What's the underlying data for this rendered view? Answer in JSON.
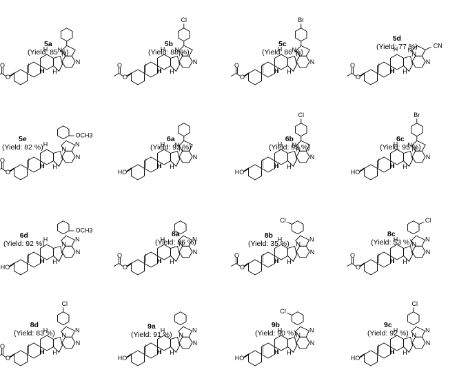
{
  "compounds": [
    {
      "id": "5a",
      "yield_text": "(Yield: 85 %)",
      "skeleton": "pyrazolopyrimidine",
      "substituent": "phenyl",
      "ring_sub": "",
      "c3": "OAc",
      "sub_label": ""
    },
    {
      "id": "5b",
      "yield_text": "(Yield: 88 %)",
      "skeleton": "pyrazolopyrimidine",
      "substituent": "aryl",
      "ring_sub": "",
      "c3": "OAc",
      "sub_label": "Cl"
    },
    {
      "id": "5c",
      "yield_text": "(Yield: 86 %)",
      "skeleton": "pyrazolopyrimidine",
      "substituent": "aryl",
      "ring_sub": "",
      "c3": "OAc",
      "sub_label": "Br"
    },
    {
      "id": "5d",
      "yield_text": "(Yield: 77 %)",
      "skeleton": "pyrazolopyrimidine",
      "substituent": "cn",
      "ring_sub": "",
      "c3": "OAc",
      "sub_label": "CN"
    },
    {
      "id": "5e",
      "yield_text": "(Yield: 82 %)",
      "skeleton": "indazolopyrimidine",
      "substituent": "",
      "ring_sub": "",
      "c3": "OAc",
      "sub_label": "OCH3"
    },
    {
      "id": "6a",
      "yield_text": "(Yield: 92 %)",
      "skeleton": "pyrazolopyrimidine",
      "substituent": "phenyl",
      "ring_sub": "",
      "c3": "OH",
      "sub_label": ""
    },
    {
      "id": "6b",
      "yield_text": "(Yield: 93 %)",
      "skeleton": "pyrazolopyrimidine",
      "substituent": "aryl",
      "ring_sub": "",
      "c3": "OH",
      "sub_label": "Cl"
    },
    {
      "id": "6c",
      "yield_text": "(Yield: 95 %)",
      "skeleton": "pyrazolopyrimidine",
      "substituent": "aryl",
      "ring_sub": "",
      "c3": "OH",
      "sub_label": "Br"
    },
    {
      "id": "6d",
      "yield_text": "(Yield: 92 %)",
      "skeleton": "indazolopyrimidine",
      "substituent": "",
      "ring_sub": "",
      "c3": "OH",
      "sub_label": "OCH3"
    },
    {
      "id": "8a",
      "yield_text": "(Yield: 86 %)",
      "skeleton": "benzimidazopyrimidine",
      "substituent": "",
      "ring_sub": "",
      "c3": "OAc",
      "sub_label": ""
    },
    {
      "id": "8b",
      "yield_text": "(Yield: 35 %)",
      "skeleton": "benzimidazopyrimidine",
      "substituent": "",
      "ring_sub": "left",
      "c3": "OAc",
      "sub_label": "Cl"
    },
    {
      "id": "8c",
      "yield_text": "(Yield: 53 %)",
      "skeleton": "benzimidazopyrimidine",
      "substituent": "",
      "ring_sub": "right",
      "c3": "OAc",
      "sub_label": "Cl"
    },
    {
      "id": "8d",
      "yield_text": "(Yield: 83 %)",
      "skeleton": "benzimidazopyrimidine",
      "substituent": "",
      "ring_sub": "top",
      "c3": "OAc",
      "sub_label": "Cl"
    },
    {
      "id": "9a",
      "yield_text": "(Yield: 91 %)",
      "skeleton": "benzimidazopyrimidine",
      "substituent": "",
      "ring_sub": "",
      "c3": "OH",
      "sub_label": ""
    },
    {
      "id": "9b",
      "yield_text": "(Yield: 90 %)",
      "skeleton": "benzimidazopyrimidine",
      "substituent": "",
      "ring_sub": "left",
      "c3": "OH",
      "sub_label": "Cl"
    },
    {
      "id": "9c",
      "yield_text": "(Yield: 92 %)",
      "skeleton": "benzimidazopyrimidine",
      "substituent": "",
      "ring_sub": "top",
      "c3": "OH",
      "sub_label": "Cl"
    }
  ],
  "atom_labels": {
    "H": "H",
    "N": "N",
    "O": "O",
    "HO": "HO"
  }
}
